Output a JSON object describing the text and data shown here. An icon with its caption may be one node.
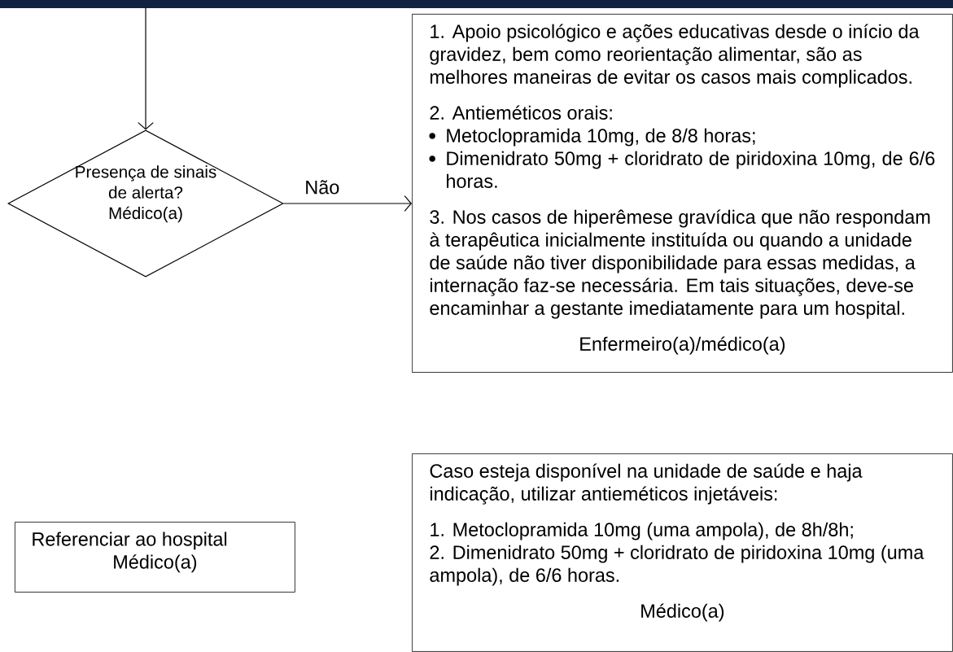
{
  "diagram": {
    "nodes": [
      {
        "text": [
          "Presença de sinais de alerta?",
          "Médico(a)"
        ]
      },
      {
        "text": [
          "1. Apoio psicológico e ações educativas desde o início da gravidez, bem como reorientação alimentar, são as melhores maneiras de evitar os casos mais complicados.",
          "2. Antieméticos orais:",
          "Metoclopramida 10mg, de 8/8 horas;",
          "Dimenidrato 50mg + cloridrato de piridoxina 10mg, de 6/6 horas.",
          "3. Nos casos de hiperêmese gravídica que não respondam à terapêutica inicialmente instituída ou quando a unidade de saúde não tiver disponibilidade para essas medidas, a internação faz-se necessária. Em tais situações, deve-se encaminhar a gestante imediatamente para um hospital.",
          "Enfermeiro(a)/médico(a)"
        ]
      },
      {
        "text": [
          "Referenciar ao hospital",
          "Médico(a)"
        ]
      },
      {
        "text": [
          "Caso esteja disponível na unidade de saúde e haja indicação, utilizar antieméticos injetáveis:",
          "1. Metoclopramida 10mg (uma ampola), de 8h/8h;",
          "2. Dimenidrato 50mg + cloridrato de piridoxina 10mg (uma ampola), de 6/6 horas.",
          "Médico(a)"
        ]
      }
    ],
    "edges": [
      {
        "from": null,
        "to": 0,
        "arrow": "to"
      },
      {
        "from": 0,
        "to": 1,
        "arrow": "to",
        "label": "Não"
      }
    ]
  }
}
